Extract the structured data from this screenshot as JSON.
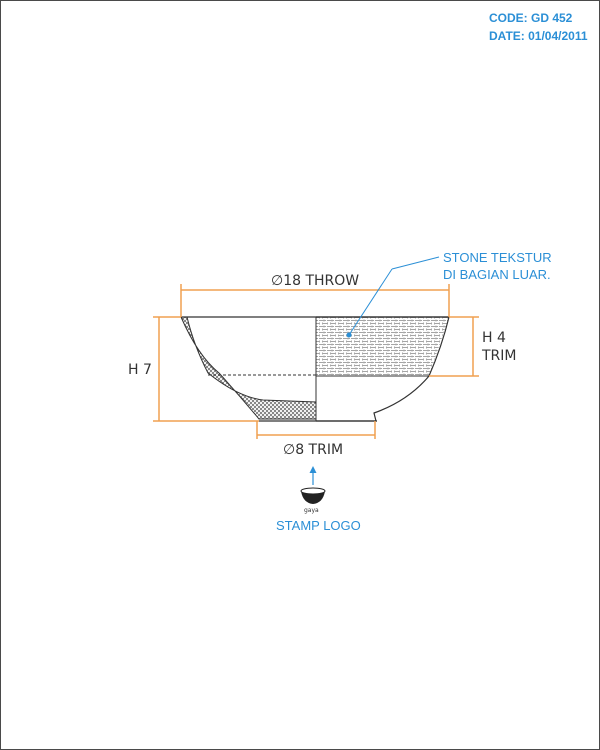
{
  "header": {
    "code": "CODE: GD 452",
    "date": "DATE: 01/04/2011"
  },
  "dimensions": {
    "throw_diameter": "∅18 THROW",
    "trim_diameter": "∅8 TRIM",
    "height_total": "H 7",
    "height_trim_line1": "H 4",
    "height_trim_line2": "TRIM"
  },
  "notes": {
    "texture_line1": "STONE TEKSTUR",
    "texture_line2": "DI BAGIAN LUAR.",
    "stamp_label": "STAMP LOGO",
    "logo_text": "gaya"
  },
  "colors": {
    "accent_blue": "#2b8fd6",
    "dimension_orange": "#f0a050",
    "outline": "#333333"
  }
}
